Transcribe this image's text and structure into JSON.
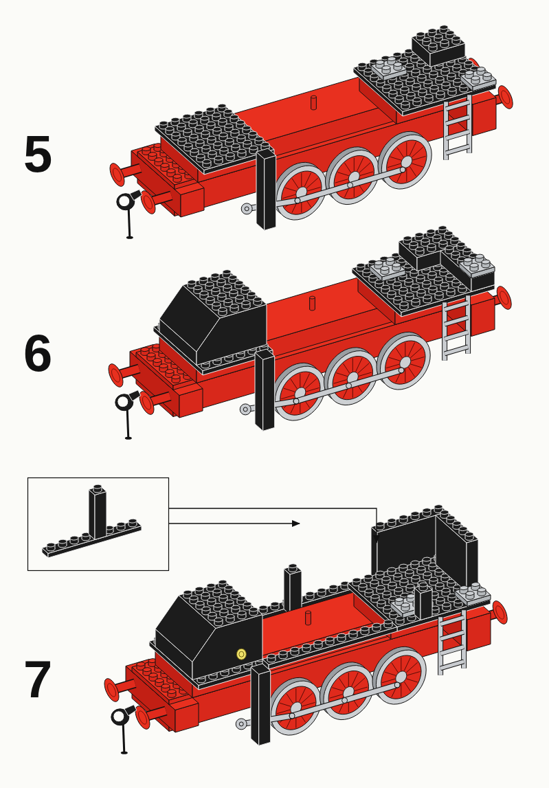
{
  "diagram": {
    "labels": [
      "5",
      "6",
      "7"
    ]
  }
}
